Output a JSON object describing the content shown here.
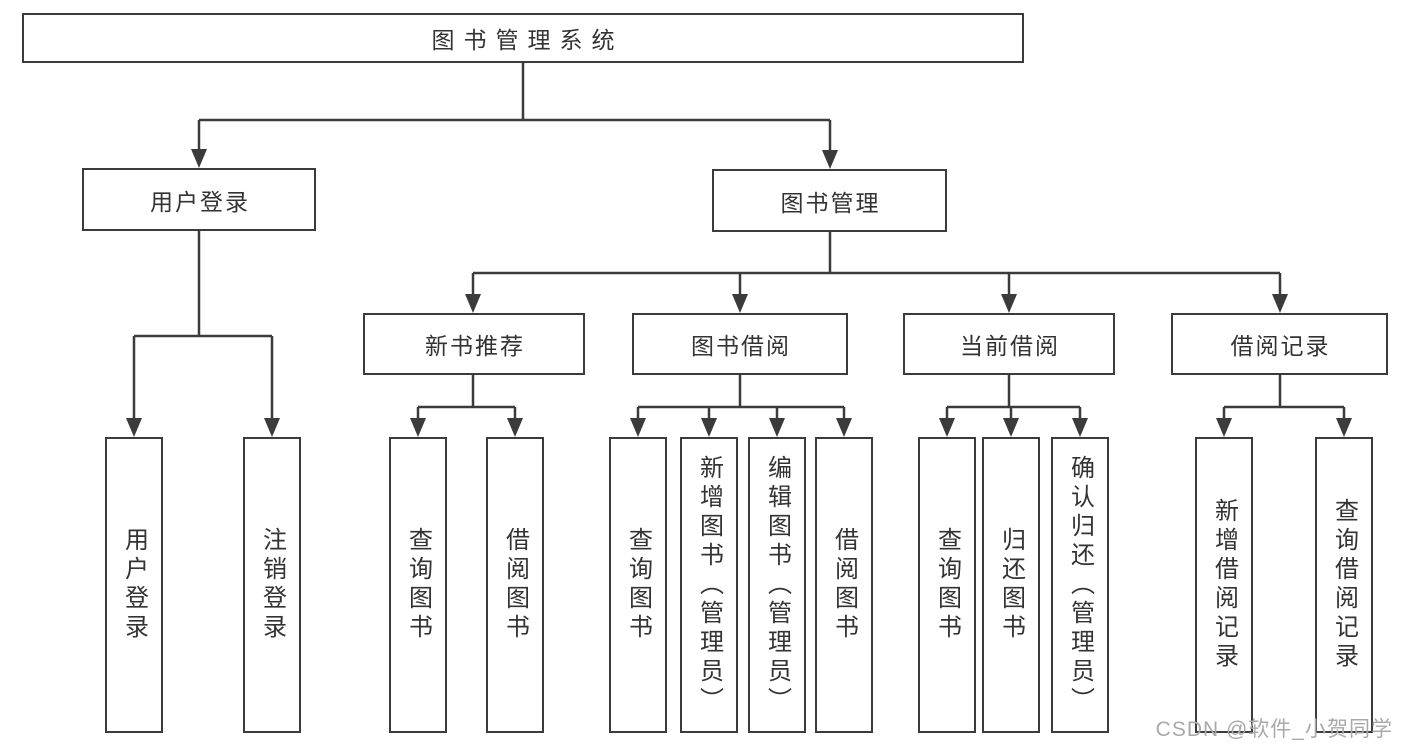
{
  "diagram": {
    "root": {
      "label": "图书管理系统"
    },
    "level2": [
      {
        "label": "用户登录"
      },
      {
        "label": "图书管理"
      }
    ],
    "level3": [
      {
        "label": "新书推荐"
      },
      {
        "label": "图书借阅"
      },
      {
        "label": "当前借阅"
      },
      {
        "label": "借阅记录"
      }
    ],
    "leaves": {
      "user_login": [
        {
          "label": "用户登录"
        },
        {
          "label": "注销登录"
        }
      ],
      "new_book": [
        {
          "label": "查询图书"
        },
        {
          "label": "借阅图书"
        }
      ],
      "book_borrow": [
        {
          "label": "查询图书"
        },
        {
          "label": "新增图书（管理员）"
        },
        {
          "label": "编辑图书（管理员）"
        },
        {
          "label": "借阅图书"
        }
      ],
      "current_borrow": [
        {
          "label": "查询图书"
        },
        {
          "label": "归还图书"
        },
        {
          "label": "确认归还（管理员）"
        }
      ],
      "borrow_record": [
        {
          "label": "新增借阅记录"
        },
        {
          "label": "查询借阅记录"
        }
      ]
    },
    "watermark": "CSDN @软件_小贺同学",
    "colors": {
      "line": "#3b3b3b",
      "text": "#333333",
      "watermark": "#a9a9a9",
      "background": "#ffffff"
    }
  }
}
